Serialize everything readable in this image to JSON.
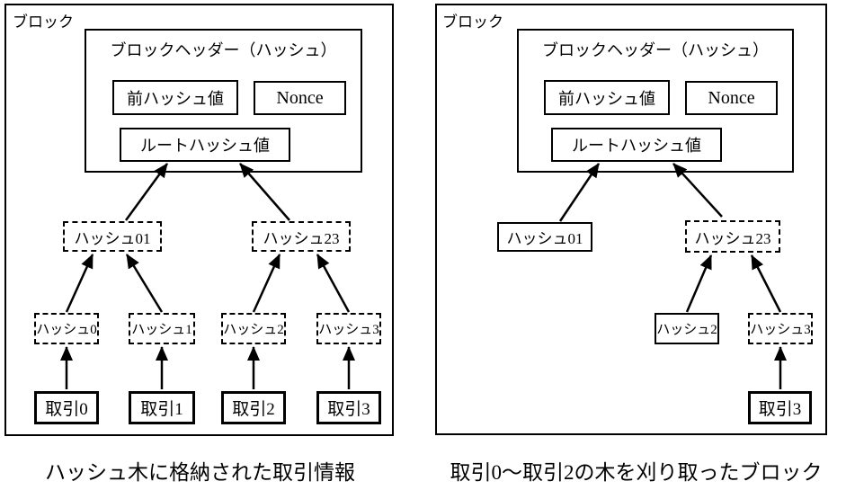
{
  "colors": {
    "line": "#000000",
    "text": "#000000",
    "background": "#ffffff"
  },
  "left_block": {
    "block_label": "ブロック",
    "header_title": "ブロックヘッダー（ハッシュ）",
    "prev_hash_label": "前ハッシュ値",
    "nonce_label": "Nonce",
    "root_hash_label": "ルートハッシュ値",
    "hash01_label": "ハッシュ01",
    "hash23_label": "ハッシュ23",
    "hash0_label": "ハッシュ0",
    "hash1_label": "ハッシュ1",
    "hash2_label": "ハッシュ2",
    "hash3_label": "ハッシュ3",
    "tx0_label": "取引0",
    "tx1_label": "取引1",
    "tx2_label": "取引2",
    "tx3_label": "取引3",
    "caption": "ハッシュ木に格納された取引情報",
    "edges": [
      [
        "ハッシュ01",
        "ルートハッシュ値"
      ],
      [
        "ハッシュ23",
        "ルートハッシュ値"
      ],
      [
        "ハッシュ0",
        "ハッシュ01"
      ],
      [
        "ハッシュ1",
        "ハッシュ01"
      ],
      [
        "ハッシュ2",
        "ハッシュ23"
      ],
      [
        "ハッシュ3",
        "ハッシュ23"
      ],
      [
        "取引0",
        "ハッシュ0"
      ],
      [
        "取引1",
        "ハッシュ1"
      ],
      [
        "取引2",
        "ハッシュ2"
      ],
      [
        "取引3",
        "ハッシュ3"
      ]
    ]
  },
  "right_block": {
    "block_label": "ブロック",
    "header_title": "ブロックヘッダー（ハッシュ）",
    "prev_hash_label": "前ハッシュ値",
    "nonce_label": "Nonce",
    "root_hash_label": "ルートハッシュ値",
    "hash01_label": "ハッシュ01",
    "hash23_label": "ハッシュ23",
    "hash2_label": "ハッシュ2",
    "hash3_label": "ハッシュ3",
    "tx3_label": "取引3",
    "caption": "取引0～取引2の木を刈り取ったブロック",
    "edges": [
      [
        "ハッシュ01",
        "ルートハッシュ値"
      ],
      [
        "ハッシュ23",
        "ルートハッシュ値"
      ],
      [
        "ハッシュ2",
        "ハッシュ23"
      ],
      [
        "ハッシュ3",
        "ハッシュ23"
      ],
      [
        "取引3",
        "ハッシュ3"
      ]
    ]
  }
}
